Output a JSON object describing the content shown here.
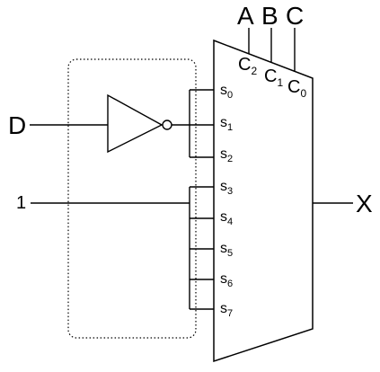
{
  "signals": {
    "d": "D",
    "one": "1",
    "x": "X"
  },
  "select_inputs": [
    {
      "letter": "A",
      "base": "C",
      "sub": "2"
    },
    {
      "letter": "B",
      "base": "C",
      "sub": "1"
    },
    {
      "letter": "C",
      "base": "C",
      "sub": "0"
    }
  ],
  "data_inputs": [
    {
      "base": "s",
      "sub": "0"
    },
    {
      "base": "s",
      "sub": "1"
    },
    {
      "base": "s",
      "sub": "2"
    },
    {
      "base": "s",
      "sub": "3"
    },
    {
      "base": "s",
      "sub": "4"
    },
    {
      "base": "s",
      "sub": "5"
    },
    {
      "base": "s",
      "sub": "6"
    },
    {
      "base": "s",
      "sub": "7"
    }
  ],
  "colors": {
    "ink": "#000000",
    "background": "#ffffff"
  }
}
